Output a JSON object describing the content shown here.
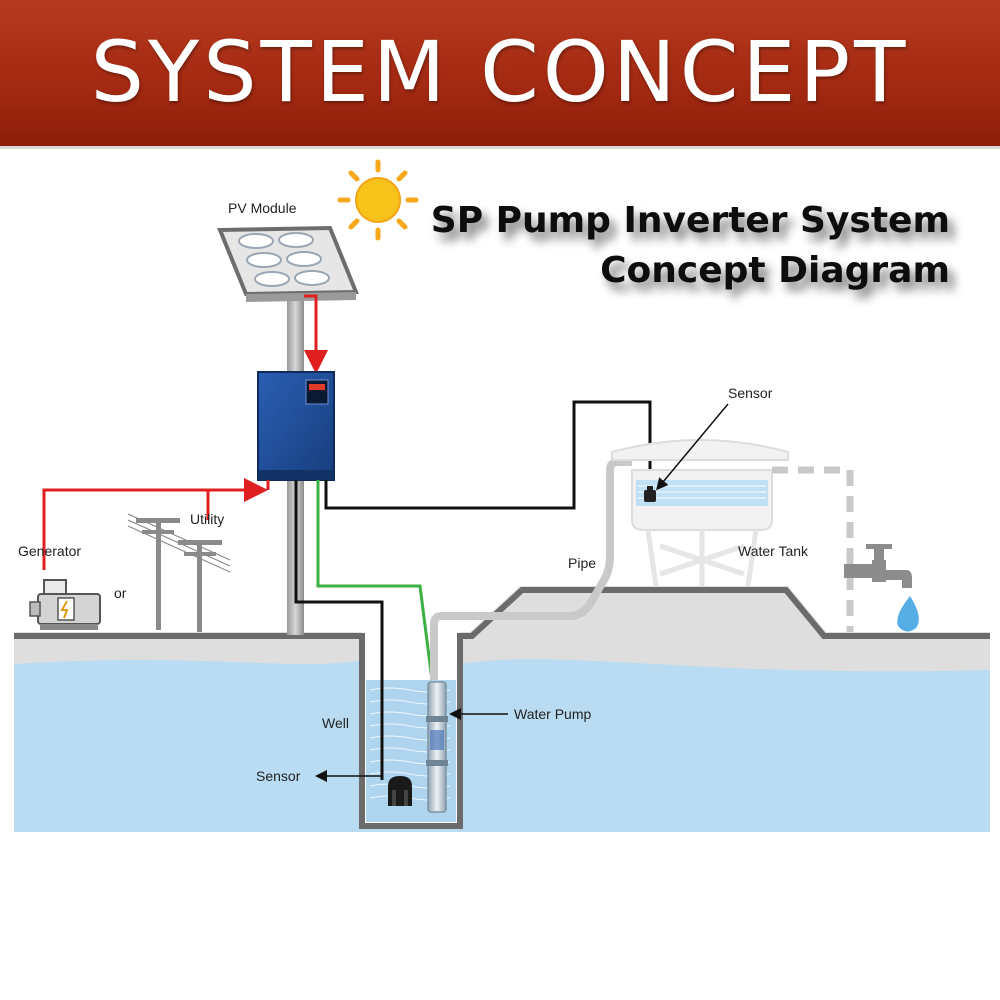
{
  "banner": {
    "title": "SYSTEM CONCEPT"
  },
  "diagram": {
    "title_line1": "SP Pump Inverter System",
    "title_line2": "Concept Diagram",
    "labels": {
      "pv_module": "PV Module",
      "utility": "Utility",
      "generator": "Generator",
      "or": "or",
      "sensor_tank": "Sensor",
      "pipe": "Pipe",
      "water_tank": "Water Tank",
      "well": "Well",
      "sensor_well": "Sensor",
      "water_pump": "Water Pump"
    }
  },
  "colors": {
    "banner": "#a52a12",
    "ground": "#dedede",
    "water": "#b9dcf2",
    "power_wire": "#e02020",
    "pump_wire": "#3cb043",
    "signal_wire": "#111111",
    "inverter": "#1f4e9c",
    "sun": "#f7c21a"
  },
  "icons": [
    "sun-icon",
    "solar-panel-icon",
    "inverter-icon",
    "generator-icon",
    "utility-pole-icon",
    "water-tank-icon",
    "faucet-icon",
    "water-drop-icon",
    "submersible-pump-icon",
    "float-sensor-icon"
  ]
}
